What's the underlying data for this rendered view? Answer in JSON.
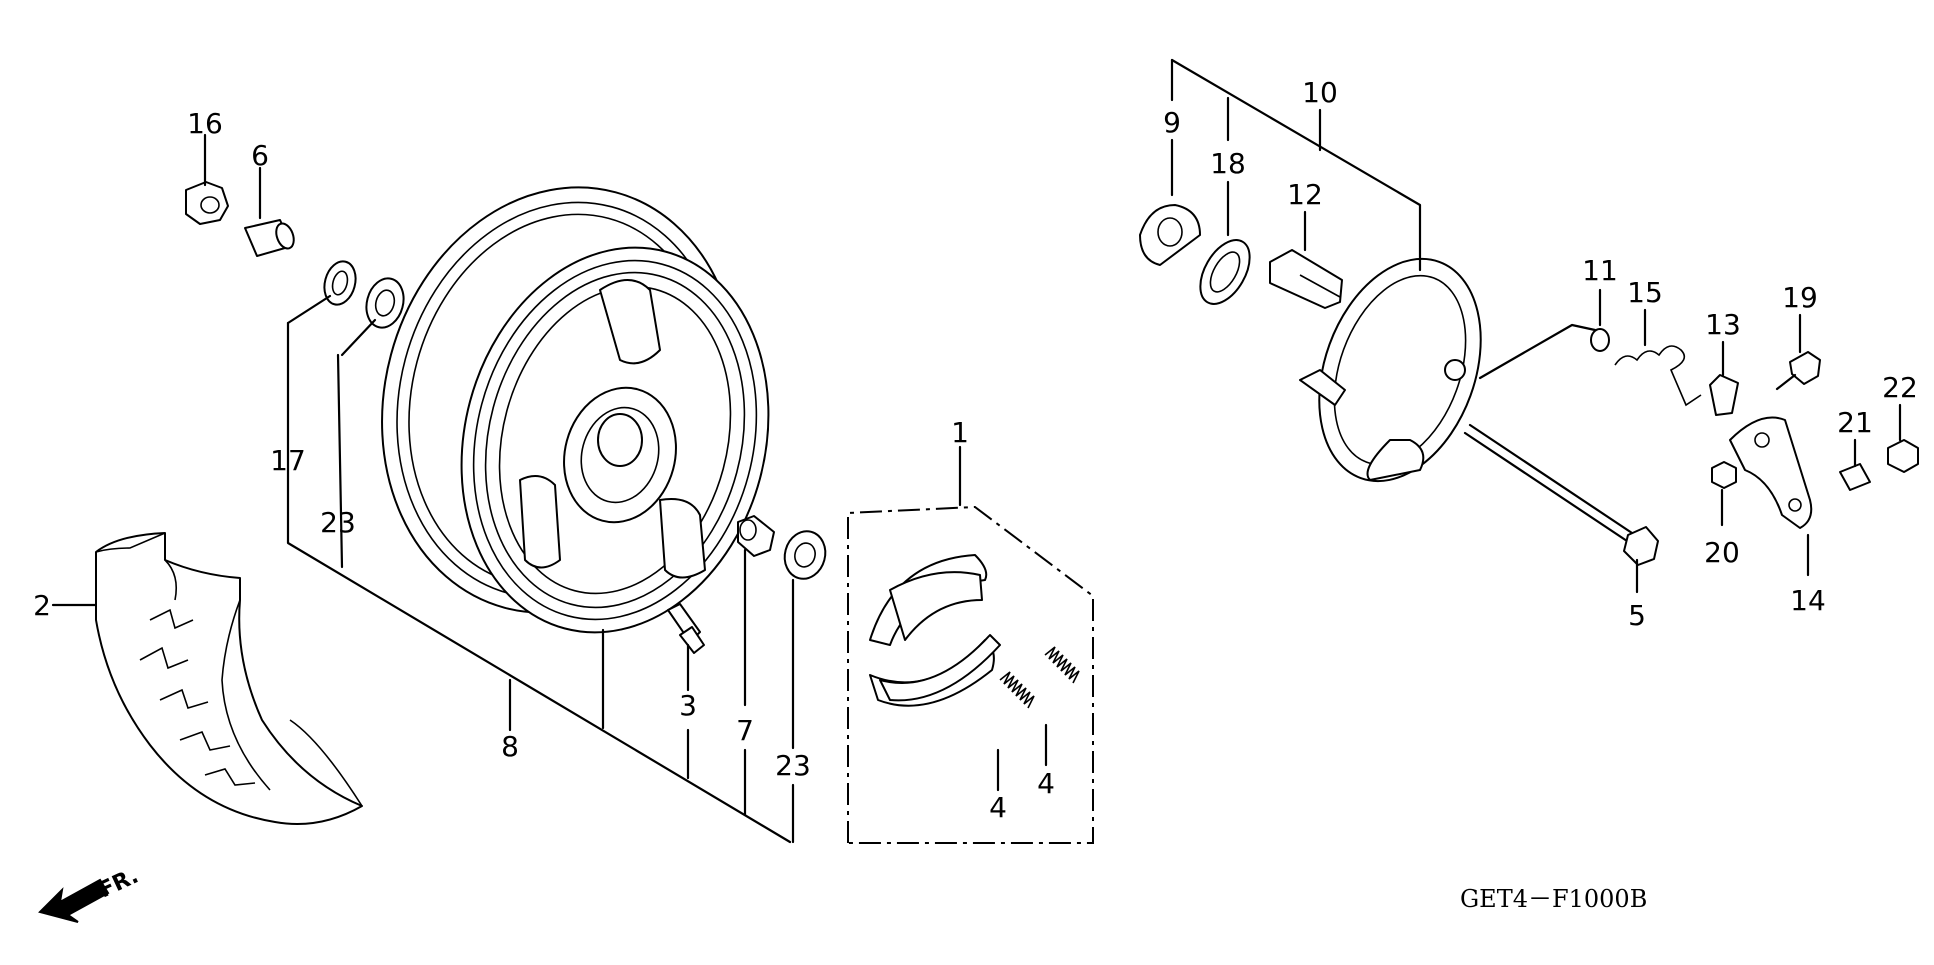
{
  "labels": {
    "p1": "1",
    "p2": "2",
    "p3": "3",
    "p4a": "4",
    "p4b": "4",
    "p5": "5",
    "p6": "6",
    "p7": "7",
    "p8": "8",
    "p9": "9",
    "p10": "10",
    "p11": "11",
    "p12": "12",
    "p13": "13",
    "p14": "14",
    "p15": "15",
    "p16": "16",
    "p17": "17",
    "p18": "18",
    "p19": "19",
    "p20": "20",
    "p21": "21",
    "p22": "22",
    "p23a": "23",
    "p23b": "23"
  },
  "diagram_code": "GET4－F1000B",
  "direction_label": "FR."
}
